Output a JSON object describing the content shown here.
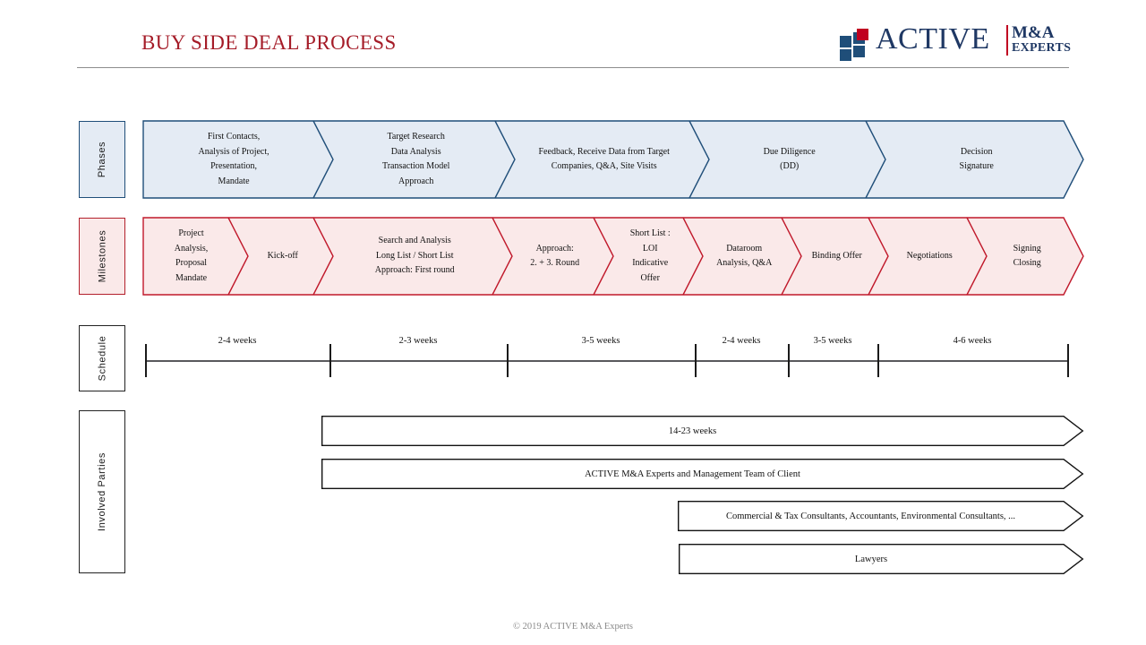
{
  "header": {
    "title": "BUY SIDE DEAL PROCESS",
    "logo": {
      "name": "ACTIVE",
      "sub_top": "M&A",
      "sub_bottom": "EXPERTS",
      "mark_color": "#1f4e79",
      "mark_accent_color": "#c00020",
      "text_color": "#1f3864"
    },
    "title_color": "#a51c28"
  },
  "rows": {
    "phases": {
      "label": "Phases",
      "fill": "#e4ebf4",
      "stroke": "#1f4e79",
      "segments": [
        {
          "lines": [
            "First Contacts,",
            "Analysis of Project,",
            "Presentation,",
            "Mandate"
          ]
        },
        {
          "lines": [
            "Target Research",
            "Data Analysis",
            "Transaction Model",
            "Approach"
          ]
        },
        {
          "lines": [
            "Feedback,  Receive Data from Target",
            "Companies,  Q&A, Site Visits"
          ]
        },
        {
          "lines": [
            "Due Diligence",
            "(DD)"
          ]
        },
        {
          "lines": [
            "Decision",
            "Signature"
          ]
        }
      ]
    },
    "milestones": {
      "label": "Milestones",
      "fill": "#fae9e9",
      "stroke": "#c0182a",
      "segments": [
        {
          "lines": [
            "Project",
            "Analysis,",
            "Proposal",
            "Mandate"
          ]
        },
        {
          "lines": [
            "Kick-off"
          ]
        },
        {
          "lines": [
            "Search and Analysis",
            "Long List / Short List",
            "Approach: First round"
          ]
        },
        {
          "lines": [
            "Approach:",
            "2. + 3. Round"
          ]
        },
        {
          "lines": [
            "Short List :",
            "LOI",
            "Indicative",
            "Offer"
          ]
        },
        {
          "lines": [
            "Dataroom",
            "Analysis, Q&A"
          ]
        },
        {
          "lines": [
            "Binding Offer"
          ]
        },
        {
          "lines": [
            "Negotiations"
          ]
        },
        {
          "lines": [
            "Signing",
            "Closing"
          ]
        }
      ]
    },
    "schedule": {
      "label": "Schedule",
      "segments": [
        {
          "label": "2-4 weeks"
        },
        {
          "label": "2-3 weeks"
        },
        {
          "label": "3-5 weeks"
        },
        {
          "label": "2-4 weeks"
        },
        {
          "label": "3-5 weeks"
        },
        {
          "label": "4-6 weeks"
        }
      ]
    },
    "involved_parties": {
      "label": "Involved Parties",
      "bars": [
        {
          "label": "14-23 weeks"
        },
        {
          "label": "ACTIVE M&A Experts and Management  Team of Client"
        },
        {
          "label": "Commercial  & Tax Consultants, Accountants, Environmental  Consultants, ..."
        },
        {
          "label": "Lawyers"
        }
      ]
    }
  },
  "footer": {
    "copyright": "© 2019 ACTIVE M&A Experts"
  }
}
